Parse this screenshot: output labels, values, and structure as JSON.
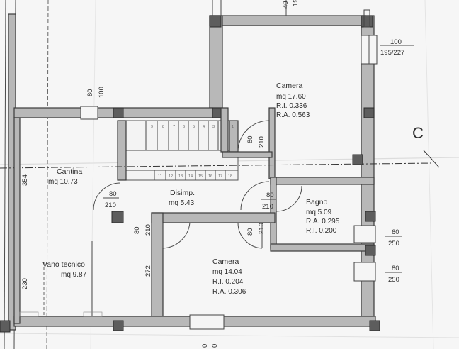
{
  "rooms": {
    "camera_top": {
      "name": "Camera",
      "area": "mq 17.60",
      "ri": "R.I. 0.336",
      "ra": "R.A. 0.563"
    },
    "cantina": {
      "name": "Cantina",
      "area": "mq 10.73"
    },
    "disimp": {
      "name": "Disimp.",
      "area": "mq 5.43"
    },
    "bagno": {
      "name": "Bagno",
      "area": "mq 5.09",
      "ra": "R.A. 0.295",
      "ri": "R.I. 0.200"
    },
    "camera_bottom": {
      "name": "Camera",
      "area": "mq 14.04",
      "ri": "R.I. 0.204",
      "ra": "R.A. 0.306"
    },
    "vano_tecnico": {
      "name": "Vano tecnico",
      "area": "mq 9.87"
    }
  },
  "section_marker": "C",
  "dimensions": {
    "top_window_100": "100",
    "top_window_195_227": "195/227",
    "top_right_40": "40",
    "top_right_19": "19",
    "left_window_80": "80",
    "left_window_100": "100",
    "stair_door_80": "80",
    "stair_door_210": "210",
    "cantina_door_80": "80",
    "cantina_door_210": "210",
    "bagno_door_80": "80",
    "bagno_door_210": "210",
    "camera_door_80": "80",
    "camera_door_210": "210",
    "hall_door_80": "80",
    "hall_door_210": "210",
    "bagno_window_60": "60",
    "bagno_window_250": "250",
    "camera_window_80": "80",
    "camera_window_250": "250",
    "dim_354": "354",
    "dim_230": "230",
    "dim_272": "272",
    "bottom_dim_a": "0",
    "bottom_dim_b": "0"
  },
  "stairs": {
    "upper_steps": [
      "9",
      "8",
      "7",
      "6",
      "5",
      "4",
      "3",
      "2",
      "1"
    ],
    "lower_steps": [
      "11",
      "12",
      "13",
      "14",
      "15",
      "16",
      "17",
      "18"
    ]
  }
}
